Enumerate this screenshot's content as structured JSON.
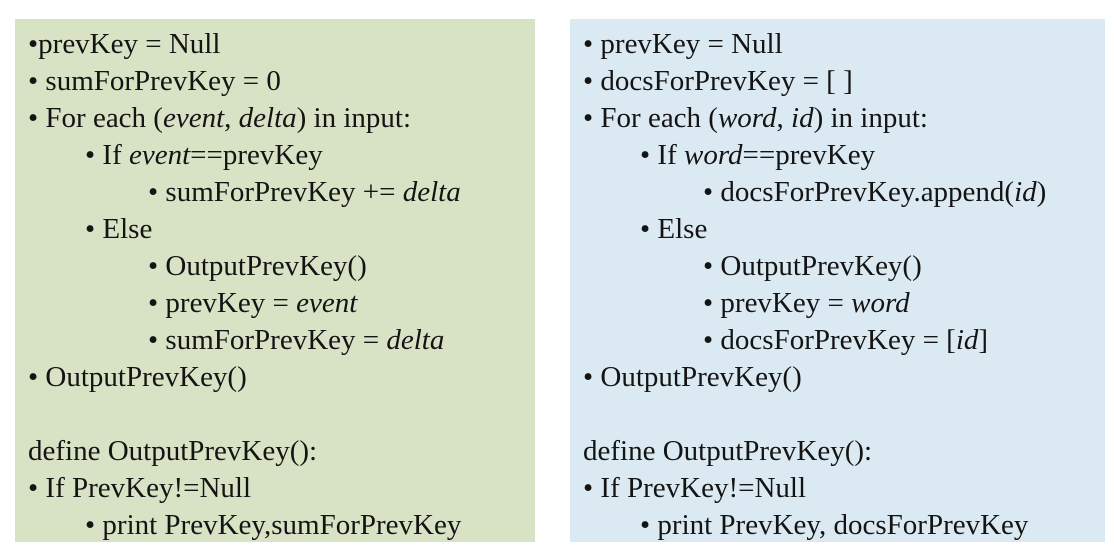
{
  "bullet_glyph": "•",
  "text_color": "#141414",
  "panels": [
    {
      "name": "sum-reducer-pseudocode",
      "background_color": "#d8e2c4",
      "lines": [
        {
          "indent": 0,
          "bullet": true,
          "bullet_space": false,
          "segments": [
            {
              "t": "prevKey = Null"
            }
          ]
        },
        {
          "indent": 0,
          "bullet": true,
          "segments": [
            {
              "t": "sumForPrevKey = 0"
            }
          ]
        },
        {
          "indent": 0,
          "bullet": true,
          "segments": [
            {
              "t": "For each ("
            },
            {
              "t": "event",
              "i": true
            },
            {
              "t": ", "
            },
            {
              "t": "delta",
              "i": true
            },
            {
              "t": ") in input:"
            }
          ]
        },
        {
          "indent": 1,
          "bullet": true,
          "segments": [
            {
              "t": "If "
            },
            {
              "t": "event",
              "i": true
            },
            {
              "t": "==prevKey"
            }
          ]
        },
        {
          "indent": 2,
          "bullet": true,
          "segments": [
            {
              "t": "sumForPrevKey += "
            },
            {
              "t": "delta",
              "i": true
            }
          ]
        },
        {
          "indent": 1,
          "bullet": true,
          "segments": [
            {
              "t": "Else"
            }
          ]
        },
        {
          "indent": 2,
          "bullet": true,
          "segments": [
            {
              "t": "OutputPrevKey()"
            }
          ]
        },
        {
          "indent": 2,
          "bullet": true,
          "segments": [
            {
              "t": "prevKey = "
            },
            {
              "t": "event",
              "i": true
            }
          ]
        },
        {
          "indent": 2,
          "bullet": true,
          "segments": [
            {
              "t": "sumForPrevKey = "
            },
            {
              "t": "delta",
              "i": true
            }
          ]
        },
        {
          "indent": 0,
          "bullet": true,
          "segments": [
            {
              "t": "OutputPrevKey()"
            }
          ]
        },
        {
          "blank": true
        },
        {
          "indent": 0,
          "bullet": false,
          "segments": [
            {
              "t": "define OutputPrevKey():"
            }
          ]
        },
        {
          "indent": 0,
          "bullet": true,
          "segments": [
            {
              "t": "If PrevKey!=Null"
            }
          ]
        },
        {
          "indent": 1,
          "bullet": true,
          "segments": [
            {
              "t": "print PrevKey,sumForPrevKey"
            }
          ]
        }
      ]
    },
    {
      "name": "docs-reducer-pseudocode",
      "background_color": "#dbeaf2",
      "lines": [
        {
          "indent": 0,
          "bullet": true,
          "segments": [
            {
              "t": "prevKey = Null"
            }
          ]
        },
        {
          "indent": 0,
          "bullet": true,
          "segments": [
            {
              "t": "docsForPrevKey = [ ]"
            }
          ]
        },
        {
          "indent": 0,
          "bullet": true,
          "segments": [
            {
              "t": "For each ("
            },
            {
              "t": "word",
              "i": true
            },
            {
              "t": ", "
            },
            {
              "t": "id",
              "i": true
            },
            {
              "t": ") in input:"
            }
          ]
        },
        {
          "indent": 1,
          "bullet": true,
          "segments": [
            {
              "t": "If "
            },
            {
              "t": "word",
              "i": true
            },
            {
              "t": "==prevKey"
            }
          ]
        },
        {
          "indent": 2,
          "bullet": true,
          "segments": [
            {
              "t": "docsForPrevKey.append("
            },
            {
              "t": "id",
              "i": true
            },
            {
              "t": ")"
            }
          ]
        },
        {
          "indent": 1,
          "bullet": true,
          "segments": [
            {
              "t": "Else"
            }
          ]
        },
        {
          "indent": 2,
          "bullet": true,
          "segments": [
            {
              "t": "OutputPrevKey()"
            }
          ]
        },
        {
          "indent": 2,
          "bullet": true,
          "segments": [
            {
              "t": "prevKey = "
            },
            {
              "t": "word",
              "i": true
            }
          ]
        },
        {
          "indent": 2,
          "bullet": true,
          "segments": [
            {
              "t": "docsForPrevKey = ["
            },
            {
              "t": "id",
              "i": true
            },
            {
              "t": "]"
            }
          ]
        },
        {
          "indent": 0,
          "bullet": true,
          "segments": [
            {
              "t": "OutputPrevKey()"
            }
          ]
        },
        {
          "blank": true
        },
        {
          "indent": 0,
          "bullet": false,
          "segments": [
            {
              "t": "define OutputPrevKey():"
            }
          ]
        },
        {
          "indent": 0,
          "bullet": true,
          "segments": [
            {
              "t": "If PrevKey!=Null"
            }
          ]
        },
        {
          "indent": 1,
          "bullet": true,
          "segments": [
            {
              "t": "print PrevKey, docsForPrevKey"
            }
          ]
        }
      ]
    }
  ]
}
